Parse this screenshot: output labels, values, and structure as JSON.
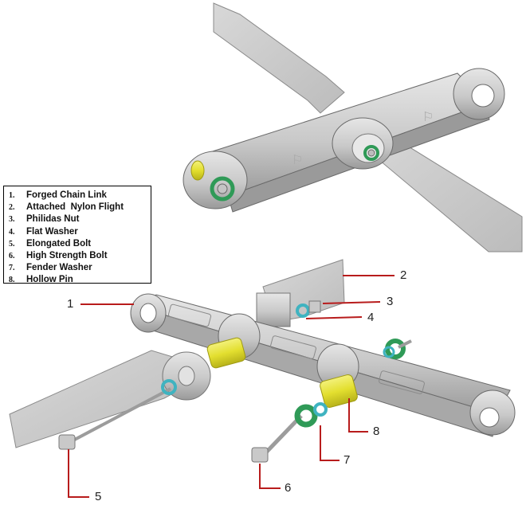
{
  "legend": [
    {
      "num": "1.",
      "label": "Forged Chain Link"
    },
    {
      "num": "2.",
      "label": "Attached  Nylon Flight"
    },
    {
      "num": "3.",
      "label": "Philidas Nut"
    },
    {
      "num": "4.",
      "label": "Flat Washer"
    },
    {
      "num": "5.",
      "label": "Elongated Bolt"
    },
    {
      "num": "6.",
      "label": "High Strength Bolt"
    },
    {
      "num": "7.",
      "label": "Fender Washer"
    },
    {
      "num": "8.",
      "label": "Hollow Pin"
    }
  ],
  "callouts": [
    "1",
    "2",
    "3",
    "4",
    "5",
    "6",
    "7",
    "8"
  ],
  "colors": {
    "leader": "#b81c1c",
    "metal_light": "#d9d9d9",
    "metal_mid": "#bdbdbd",
    "metal_dark": "#8f8f8f",
    "outline": "#6a6a6a",
    "nylon": "#cfcfcf",
    "washer_green": "#2f9a57",
    "washer_teal": "#3fb3c0",
    "pin_yellow": "#e3e13b"
  }
}
